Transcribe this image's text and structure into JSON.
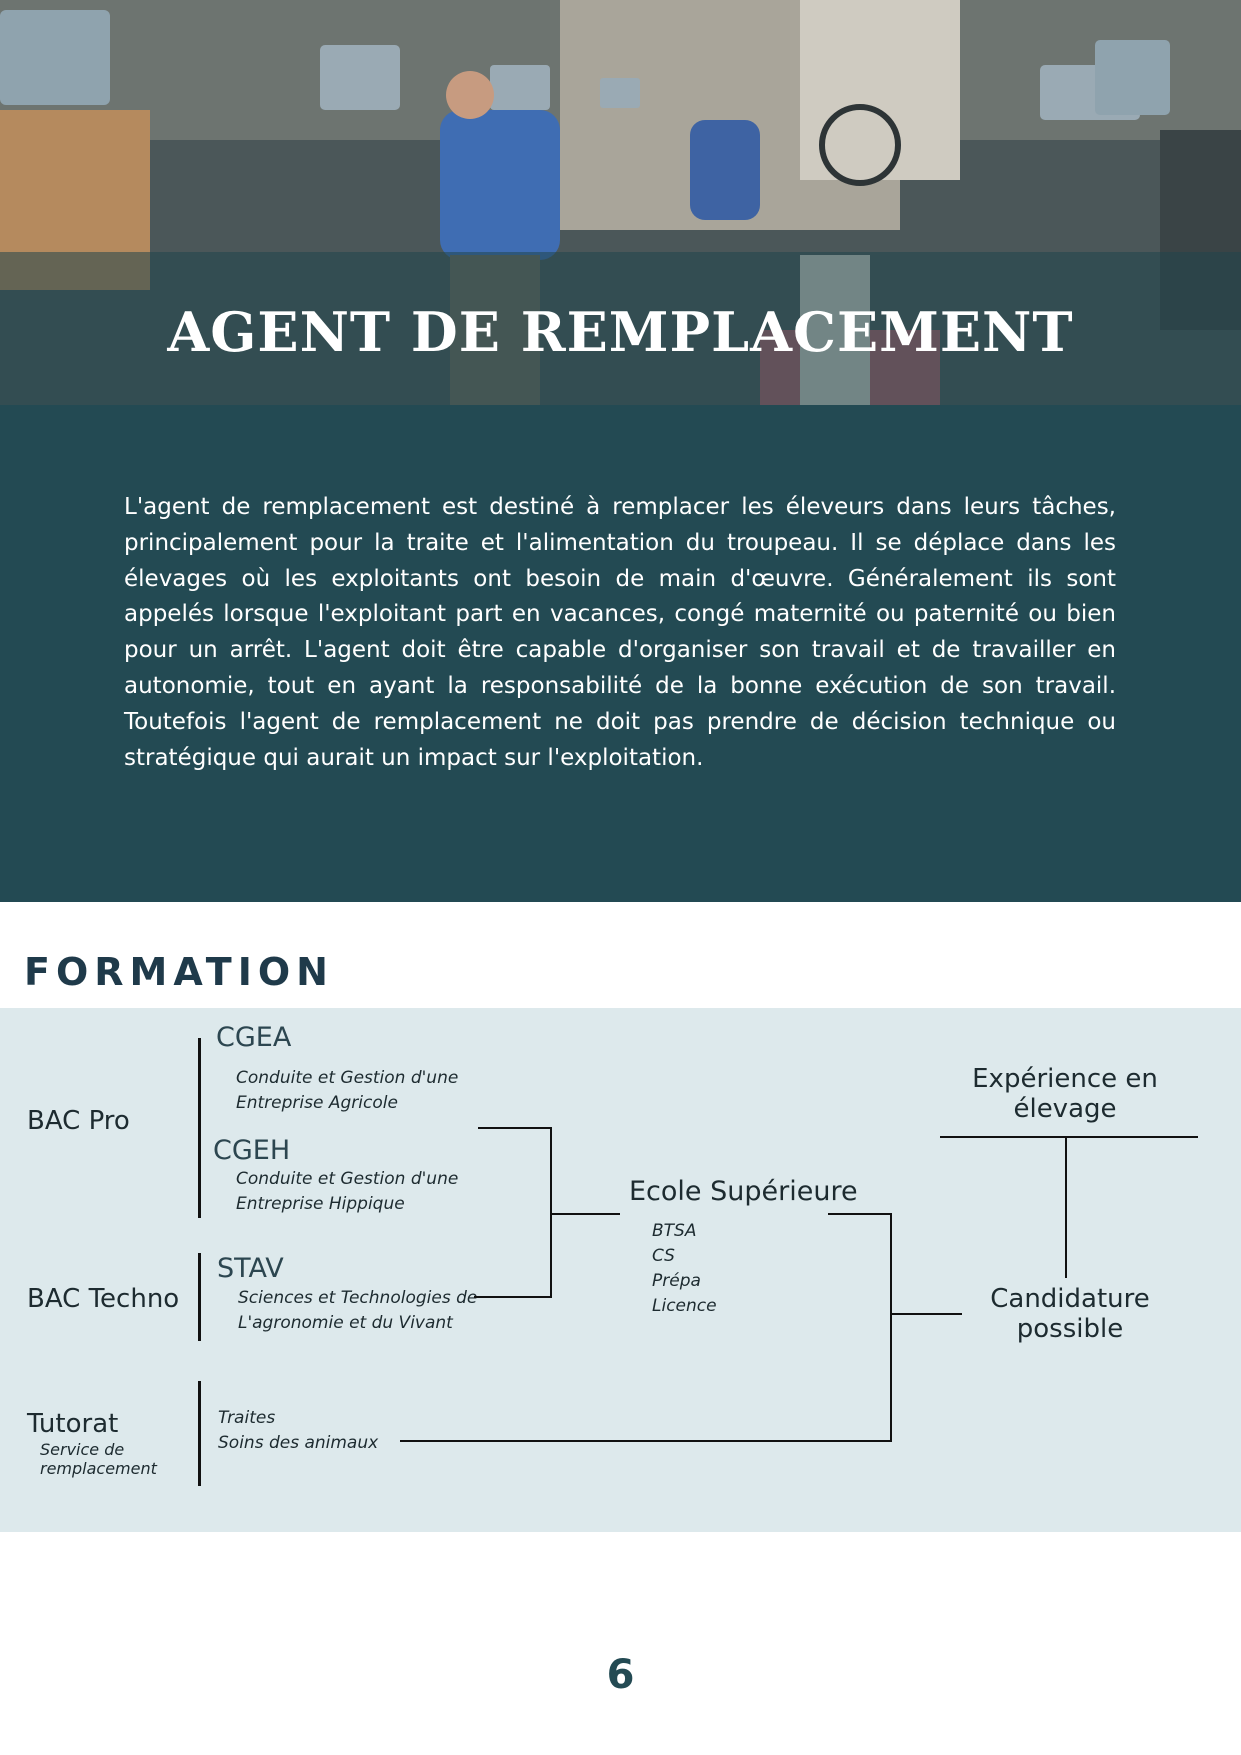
{
  "hero": {
    "title": "AGENT DE REMPLACEMENT",
    "image": "milking-parlor-photo"
  },
  "intro": {
    "paragraph": "L'agent de remplacement est destiné à remplacer les éleveurs dans leurs tâches, principalement pour la traite et l'alimentation du troupeau. Il se déplace dans les élevages où les exploitants ont besoin de main d'œuvre. Généralement ils sont appelés lorsque l'exploitant part en vacances, congé maternité ou paternité ou bien pour un arrêt. L'agent doit être capable d'organiser son travail et de travailler en autonomie, tout en ayant la responsabilité de la bonne exécution de son travail. Toutefois l'agent de remplacement ne doit pas  prendre de décision technique ou stratégique qui aurait un impact sur l'exploitation."
  },
  "formation": {
    "title": "FORMATION",
    "bac_pro": {
      "label": "BAC Pro",
      "cgea": {
        "code": "CGEA",
        "desc_1": "Conduite et Gestion d'une",
        "desc_2": "Entreprise Agricole"
      },
      "cgeh": {
        "code": "CGEH",
        "desc_1": "Conduite et Gestion d'une",
        "desc_2": "Entreprise Hippique"
      }
    },
    "bac_techno": {
      "label": "BAC Techno",
      "stav": {
        "code": "STAV",
        "desc_1": "Sciences et Technologies de",
        "desc_2": "L'agronomie et du Vivant"
      }
    },
    "tutorat": {
      "label": "Tutorat",
      "sub_1": "Service de",
      "sub_2": "remplacement",
      "task_1": "Traites",
      "task_2": "Soins des animaux"
    },
    "ecole": {
      "label": "Ecole Supérieure",
      "items": [
        "BTSA",
        "CS",
        "Prépa",
        "Licence"
      ]
    },
    "experience": {
      "line_1": "Expérience en",
      "line_2": "élevage"
    },
    "candidature": {
      "line_1": "Candidature",
      "line_2": "possible"
    }
  },
  "page": {
    "number": "6"
  },
  "colors": {
    "dark_teal": "#234a53",
    "light_panel": "#dde9ec",
    "title_navy": "#1f3a4a"
  }
}
